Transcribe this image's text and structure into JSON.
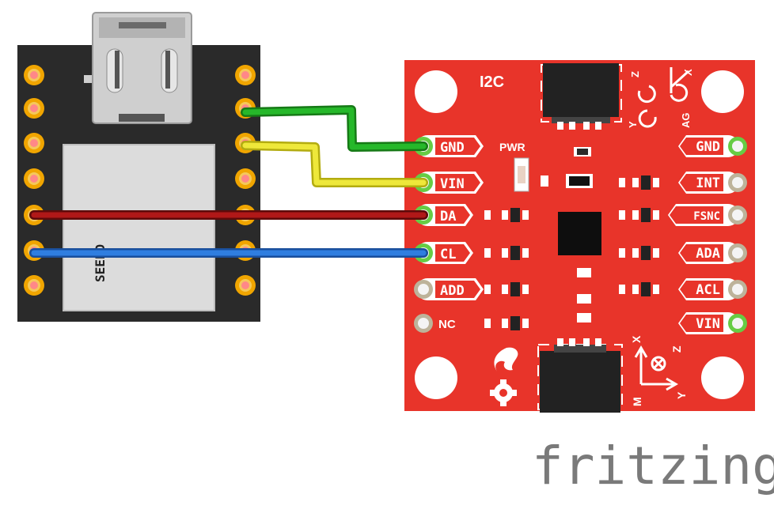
{
  "xiao_board": {
    "silk_label": "SEEED"
  },
  "sensor_board": {
    "title": "I2C",
    "pwr_label": "PWR",
    "left_pins": [
      "GND",
      "VIN",
      "DA",
      "CL",
      "ADD",
      "NC"
    ],
    "right_pins": [
      "GND",
      "INT",
      "FSNC",
      "ADA",
      "ACL",
      "VIN"
    ],
    "axis_top": {
      "z": "Z",
      "y": "Y",
      "x": "X",
      "ag": "AG"
    },
    "axis_bottom": {
      "x": "X",
      "z": "Z",
      "y": "Y",
      "m": "M"
    }
  },
  "wires": [
    {
      "name": "gnd-wire",
      "color": "#22aa22",
      "from": "XIAO right pin 2",
      "to": "GND"
    },
    {
      "name": "vin-wire",
      "color": "#e6e02a",
      "from": "XIAO right pin 3",
      "to": "VIN"
    },
    {
      "name": "sda-wire",
      "color": "#aa1111",
      "from": "XIAO left pin 5",
      "to": "DA"
    },
    {
      "name": "scl-wire",
      "color": "#2266cc",
      "from": "XIAO left pin 6",
      "to": "CL"
    }
  ],
  "colors": {
    "board_red": "#e8342a",
    "xiao_body": "#2a2a2a",
    "pin_gold": "#f0a500",
    "pad_green": "#66cc44"
  },
  "watermark": "fritzing"
}
